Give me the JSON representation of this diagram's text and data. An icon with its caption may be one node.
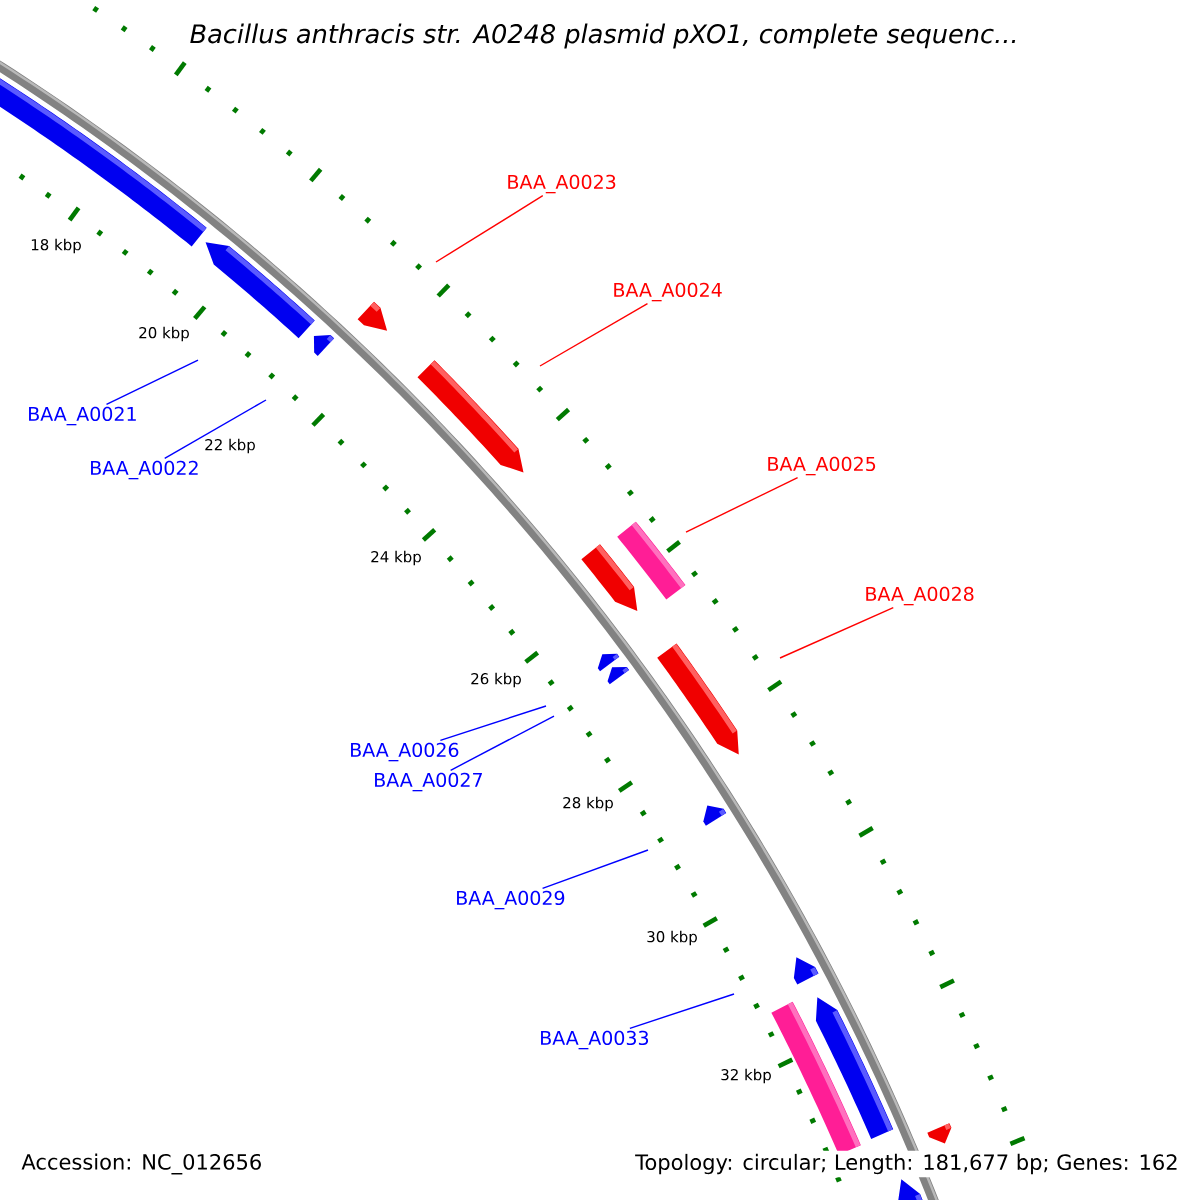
{
  "diagram": {
    "title": "Bacillus anthracis str. A0248 plasmid pXO1, complete sequenc...",
    "nodes": [
      {
        "text": [
          "BAA_A0023"
        ]
      },
      {
        "text": [
          "BAA_A0024"
        ]
      },
      {
        "text": [
          "BAA_A0025"
        ]
      },
      {
        "text": [
          "BAA_A0028"
        ]
      },
      {
        "text": [
          "BAA_A0021"
        ]
      },
      {
        "text": [
          "BAA_A0022"
        ]
      },
      {
        "text": [
          "BAA_A0026"
        ]
      },
      {
        "text": [
          "BAA_A0027"
        ]
      },
      {
        "text": [
          "BAA_A0029"
        ]
      },
      {
        "text": [
          "BAA_A0033"
        ]
      }
    ],
    "edges": [
      {
        "from": 0,
        "to": null,
        "arrow": "none",
        "color": "#ff0000"
      },
      {
        "from": 1,
        "to": null,
        "arrow": "none",
        "color": "#ff0000"
      },
      {
        "from": 2,
        "to": null,
        "arrow": "none",
        "color": "#ff0000"
      },
      {
        "from": 3,
        "to": null,
        "arrow": "none",
        "color": "#ff0000"
      },
      {
        "from": 4,
        "to": null,
        "arrow": "none"
      },
      {
        "from": 5,
        "to": null,
        "arrow": "none"
      },
      {
        "from": 6,
        "to": null,
        "arrow": "none"
      },
      {
        "from": 7,
        "to": null,
        "arrow": "none"
      },
      {
        "from": 8,
        "to": null,
        "arrow": "none"
      },
      {
        "from": 9,
        "to": null,
        "arrow": "none"
      }
    ],
    "labels": [
      "18 kbp",
      "20 kbp",
      "22 kbp",
      "24 kbp",
      "26 kbp",
      "28 kbp",
      "30 kbp",
      "32 kbp",
      "Accession: NC_012656",
      "Topology: circular; Length: 181,677 bp; Genes: 162"
    ]
  }
}
